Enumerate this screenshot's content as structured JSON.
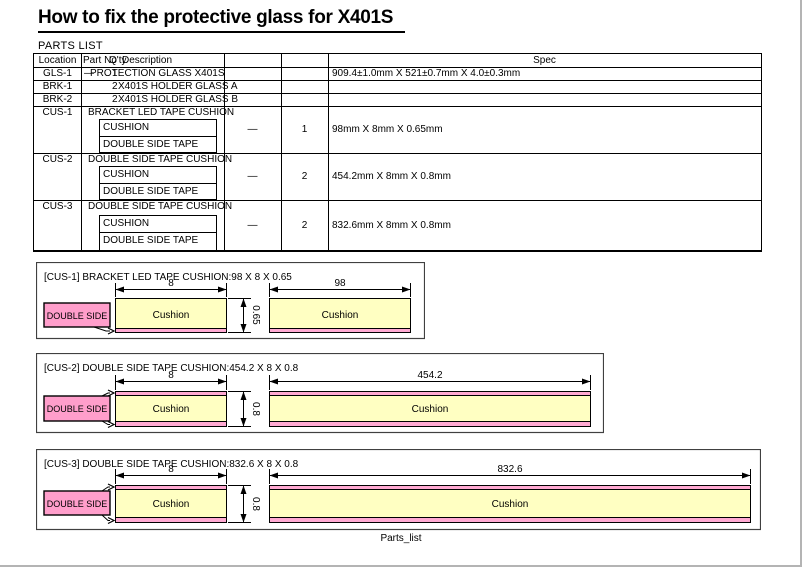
{
  "page": {
    "title": "How to fix the protective glass for X401S",
    "footer_sheet_label": "Parts_list"
  },
  "parts_table": {
    "label": "PARTS LIST",
    "headers": {
      "location": "Location",
      "part_no": "Part No",
      "qty": "Q'ty",
      "description": "Description",
      "spec": "Spec"
    },
    "rows": [
      {
        "location": "GLS-1",
        "part_no": "—",
        "qty": "1",
        "description": "PROTECTION GLASS X401S",
        "spec": "909.4±1.0mm X 521±0.7mm X 4.0±0.3mm"
      },
      {
        "location": "BRK-1",
        "part_no": "",
        "qty": "2",
        "description": "X401S HOLDER GLASS A",
        "spec": ""
      },
      {
        "location": "BRK-2",
        "part_no": "",
        "qty": "2",
        "description": "X401S HOLDER GLASS B",
        "spec": ""
      }
    ],
    "groups": [
      {
        "location": "CUS-1",
        "description": "BRACKET LED TAPE CUSHION",
        "components": [
          "CUSHION",
          "DOUBLE SIDE TAPE"
        ],
        "part_no": "—",
        "qty": "1",
        "spec": "98mm X 8mm X 0.65mm"
      },
      {
        "location": "CUS-2",
        "description": "DOUBLE SIDE TAPE CUSHION",
        "components": [
          "CUSHION",
          "DOUBLE SIDE TAPE"
        ],
        "part_no": "—",
        "qty": "2",
        "spec": "454.2mm X 8mm X 0.8mm"
      },
      {
        "location": "CUS-3",
        "description": "DOUBLE SIDE TAPE CUSHION",
        "components": [
          "CUSHION",
          "DOUBLE SIDE TAPE"
        ],
        "part_no": "—",
        "qty": "2",
        "spec": "832.6mm X 8mm X 0.8mm"
      }
    ]
  },
  "diagrams": [
    {
      "title": "[CUS-1] BRACKET LED TAPE CUSHION:98 X 8 X 0.65",
      "tape_label": "DOUBLE SIDE",
      "cushion_label": "Cushion",
      "width_small": "8",
      "width_large": "98",
      "thickness": "0.65",
      "tape_sides": "bottom"
    },
    {
      "title": "[CUS-2] DOUBLE SIDE TAPE CUSHION:454.2 X 8 X 0.8",
      "tape_label": "DOUBLE SIDE",
      "cushion_label": "Cushion",
      "width_small": "8",
      "width_large": "454.2",
      "thickness": "0.8",
      "tape_sides": "both"
    },
    {
      "title": "[CUS-3] DOUBLE SIDE TAPE CUSHION:832.6 X 8 X 0.8",
      "tape_label": "DOUBLE SIDE",
      "cushion_label": "Cushion",
      "width_small": "8",
      "width_large": "832.6",
      "thickness": "0.8",
      "tape_sides": "both"
    }
  ],
  "colors": {
    "cushion_yellow": "#FFFFC2",
    "tape_pink": "#FF9ECB",
    "tape_strip_pink": "#FFA9D2"
  }
}
